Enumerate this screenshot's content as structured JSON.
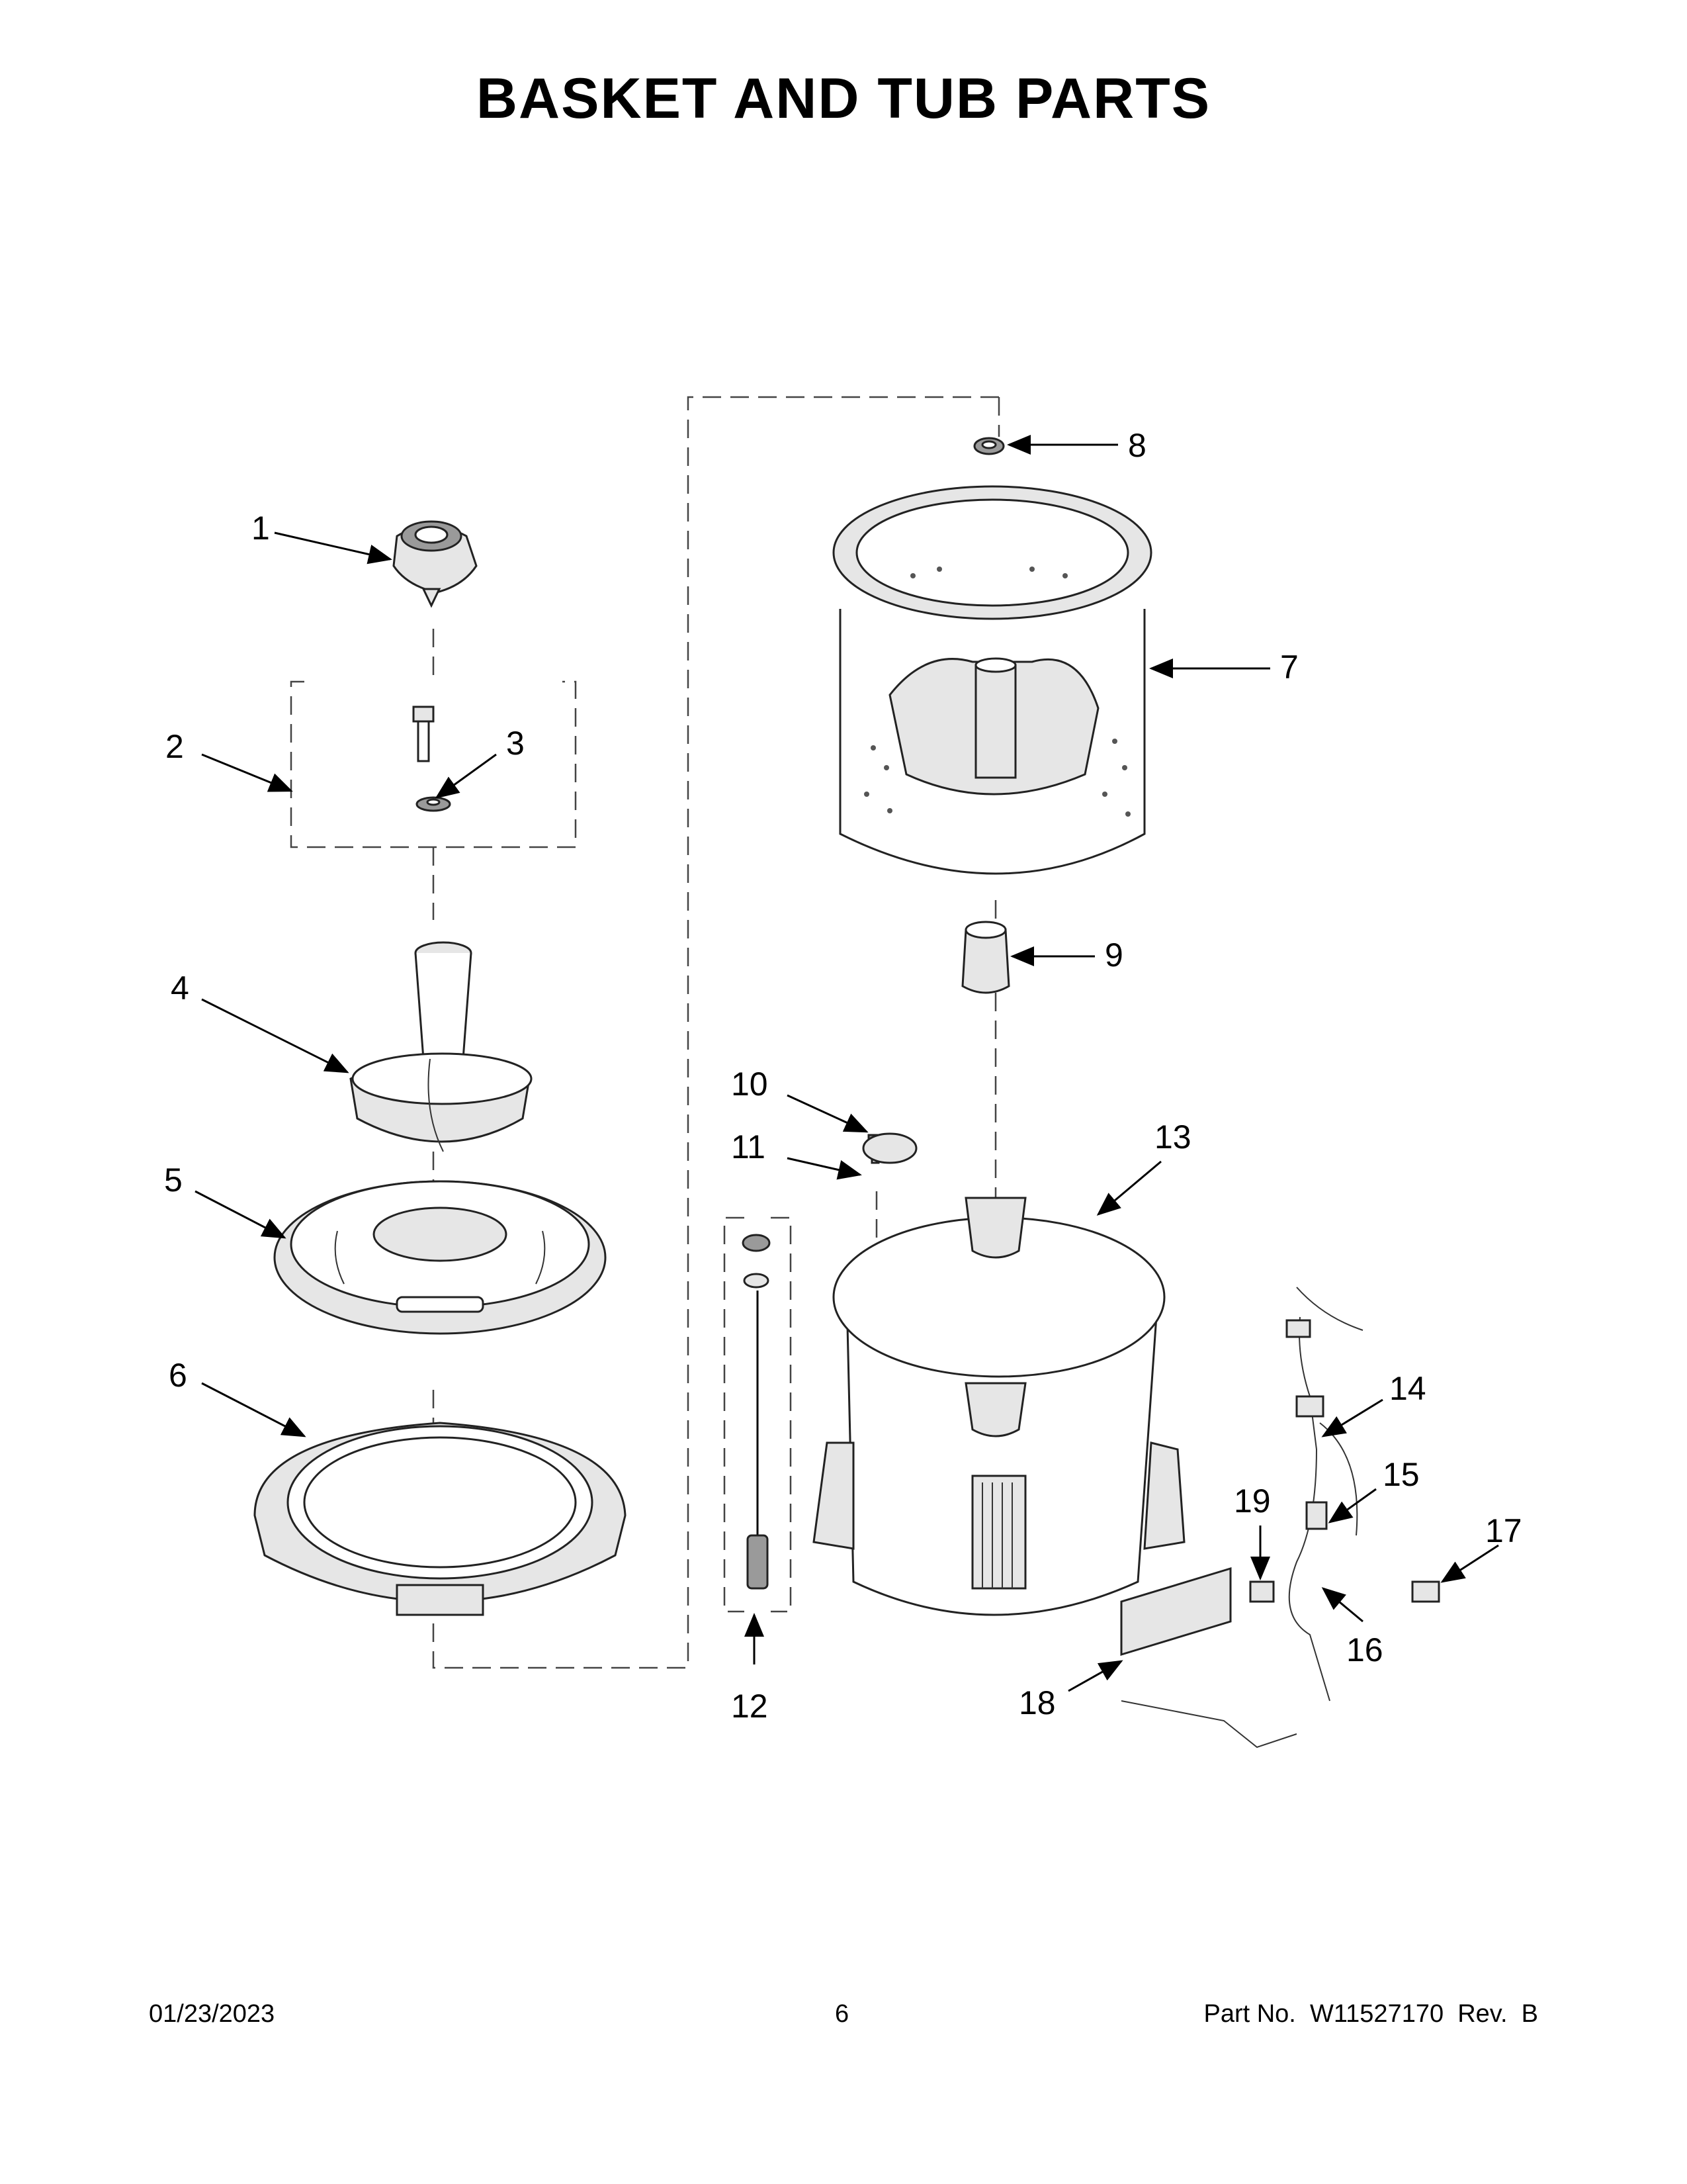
{
  "title": "BASKET AND TUB PARTS",
  "footer": {
    "date": "01/23/2023",
    "page": "6",
    "part_no": "Part No.  W11527170  Rev.  B"
  },
  "callouts": [
    "1",
    "2",
    "3",
    "4",
    "5",
    "6",
    "7",
    "8",
    "9",
    "10",
    "11",
    "12",
    "13",
    "14",
    "15",
    "16",
    "17",
    "18",
    "19"
  ]
}
